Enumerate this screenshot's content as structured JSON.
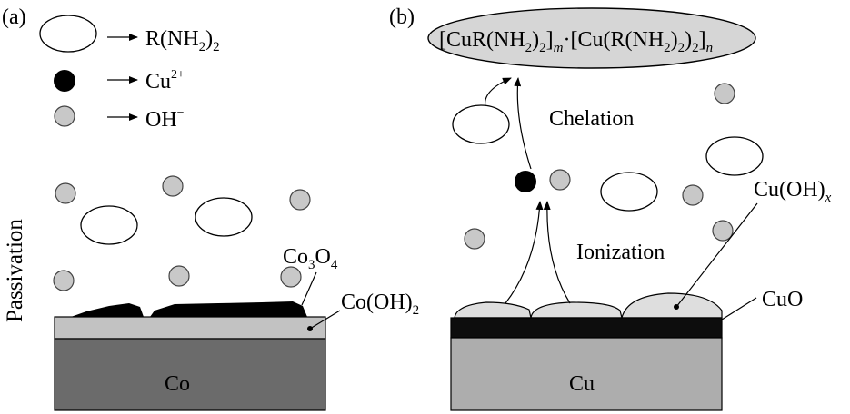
{
  "panel_a": {
    "tag": "(a)",
    "legend": {
      "ligand": {
        "prefix": "R(NH",
        "sub": "2",
        "close": ")",
        "sub2": "2"
      },
      "copper": {
        "base": "Cu",
        "sup": "2+"
      },
      "hydroxide": {
        "base": "OH",
        "sup": "−"
      }
    },
    "side_label": "Passivation",
    "oxide_label": {
      "p1": "Co",
      "s1": "3",
      "p2": "O",
      "s2": "4"
    },
    "hydroxide_label": {
      "p1": "Co(OH)",
      "s1": "2"
    },
    "substrate": "Co"
  },
  "panel_b": {
    "tag": "(b)",
    "complex": {
      "p1": "[CuR(NH",
      "s1": "2",
      "p2": ")",
      "s2": "2",
      "p3": "]",
      "s3": "m",
      "p4": "·[Cu(R(NH",
      "s4": "2",
      "p5": ")",
      "s5": "2",
      "p6": ")",
      "s6": "2",
      "p7": "]",
      "s7": "n"
    },
    "chelation": "Chelation",
    "ionization": "Ionization",
    "hydroxide_label": {
      "p1": "Cu(OH)",
      "s1": "x"
    },
    "oxide_label": "CuO",
    "substrate": "Cu"
  },
  "colors": {
    "ion_fill": "#c8c8c8",
    "complex_fill": "#d6d6d6",
    "co_substrate": "#6b6b6b",
    "co_hydroxide_layer": "#c2c2c2",
    "cu_substrate": "#adadad",
    "cuo_layer": "#0d0d0d",
    "cu_hydroxide_bumps": "#dedede"
  }
}
